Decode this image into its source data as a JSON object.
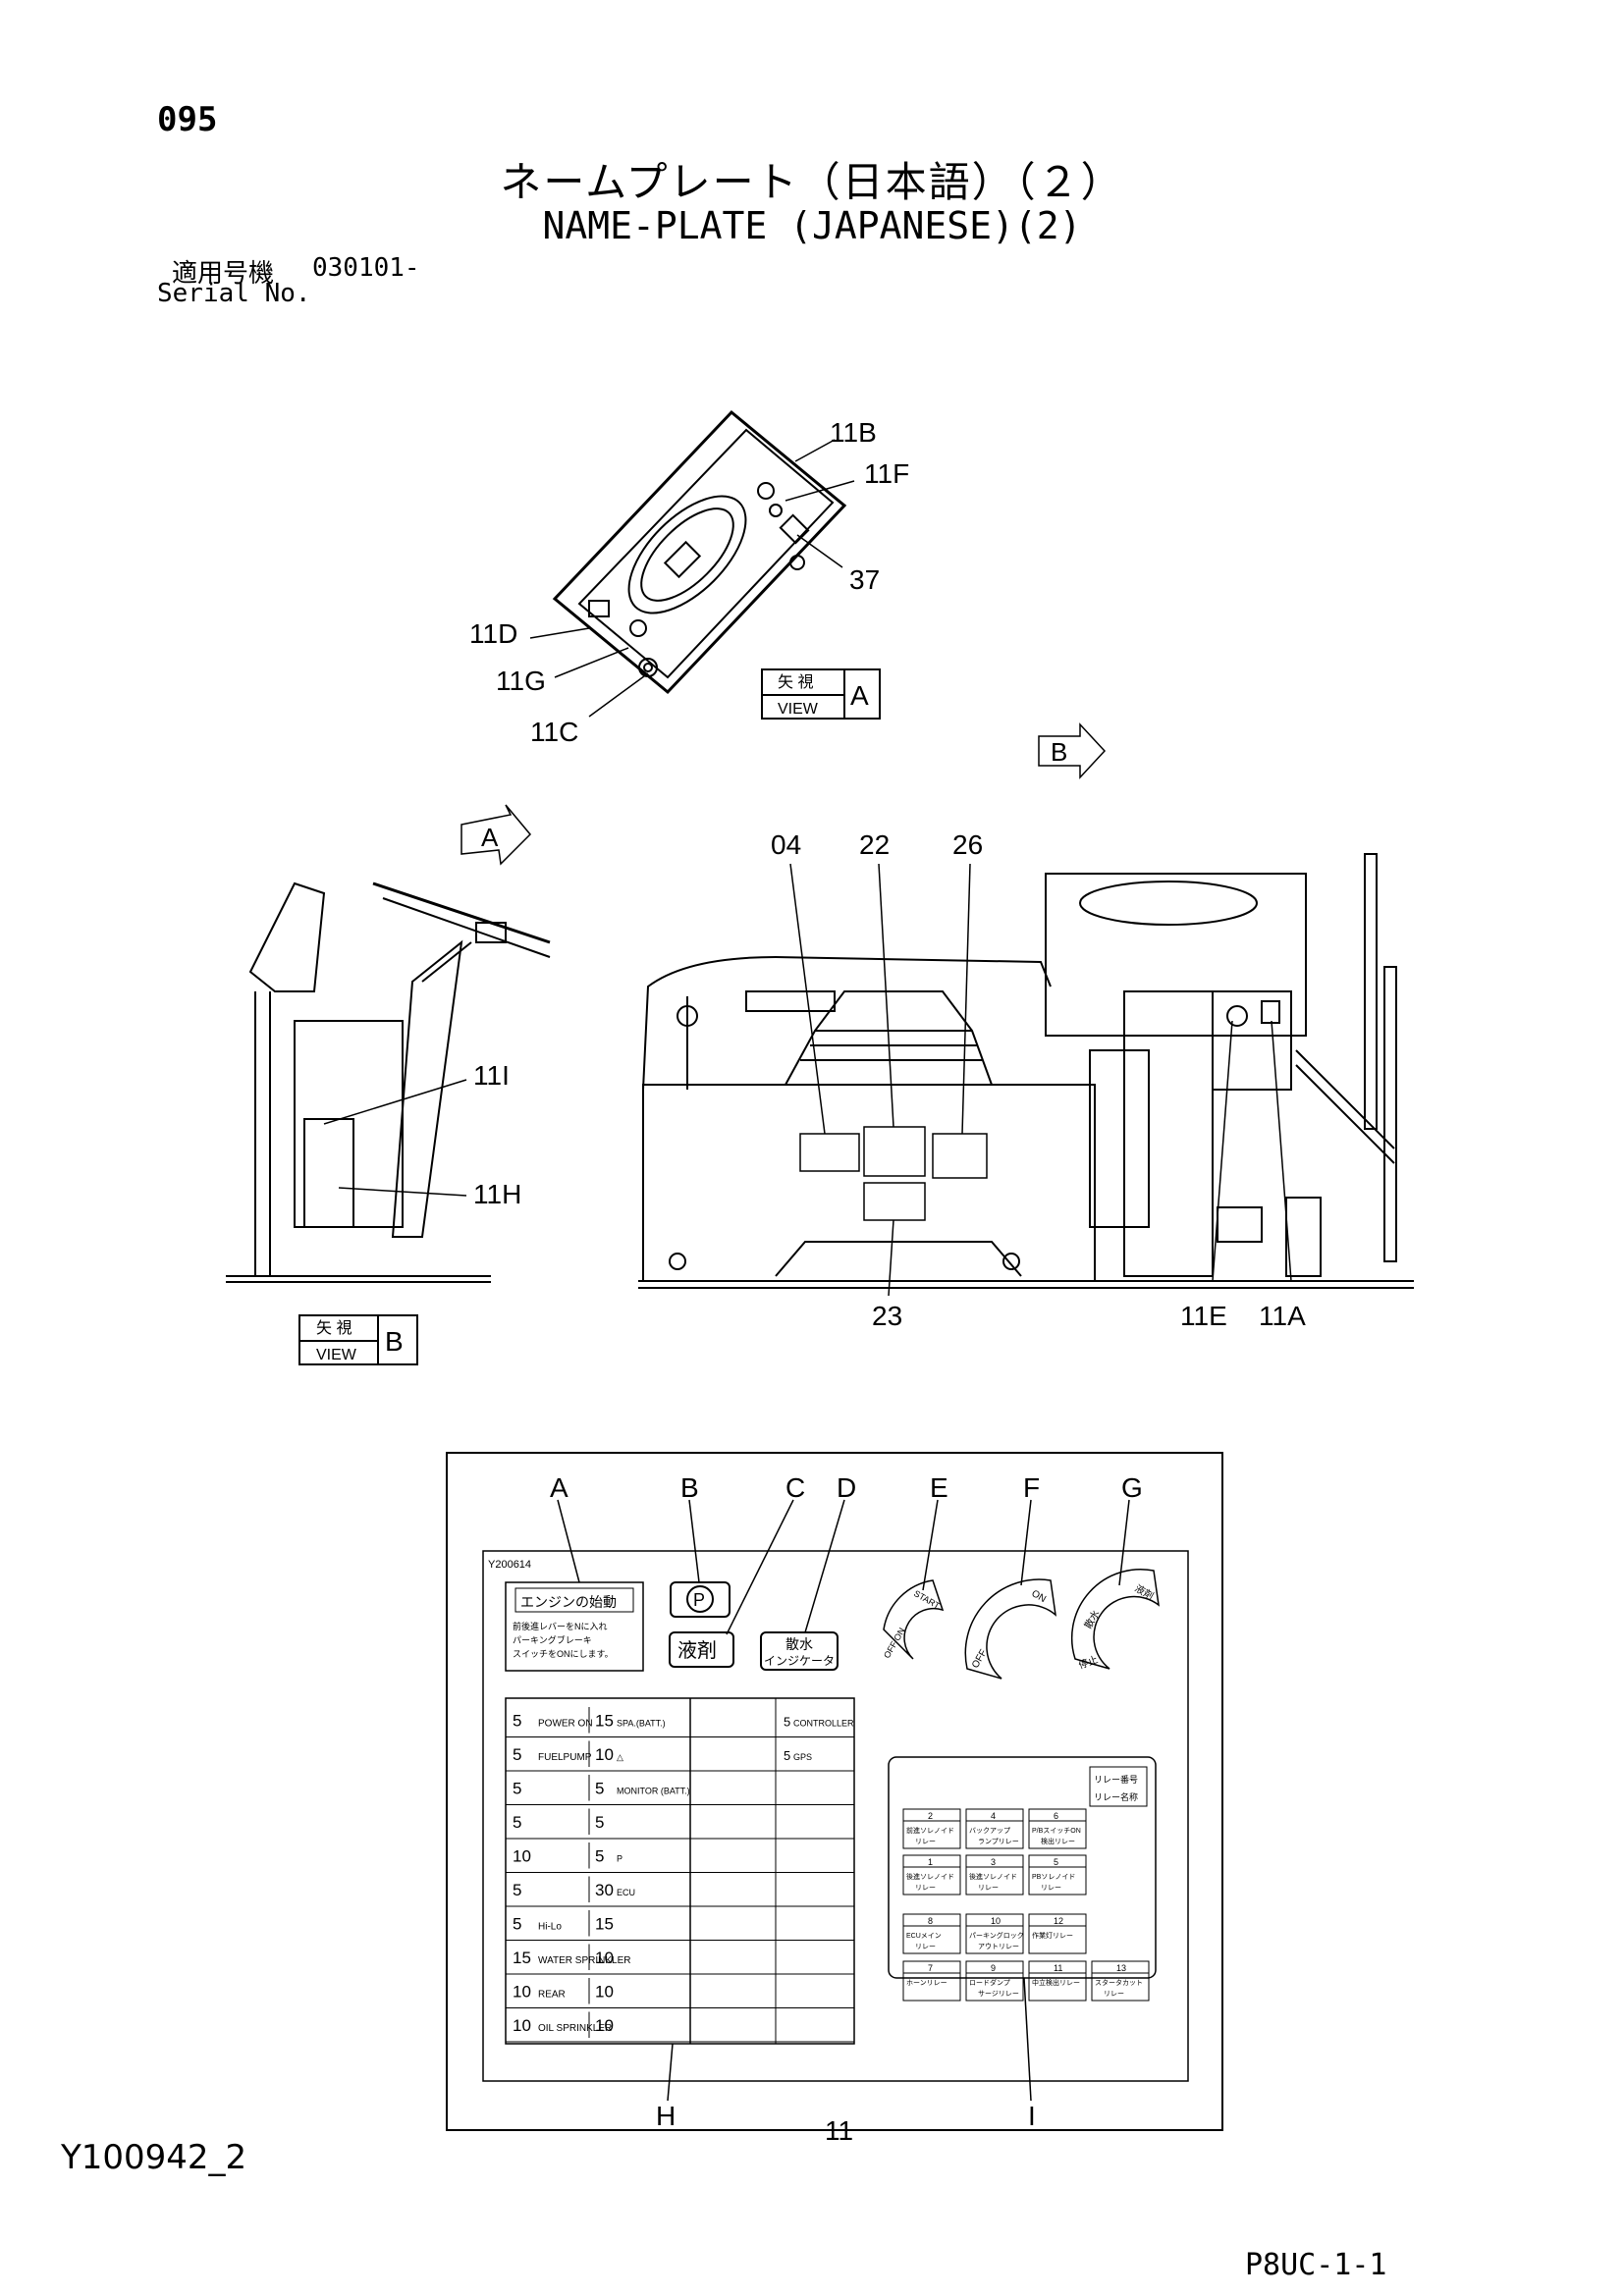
{
  "header": {
    "page_number": "095",
    "title_jp": "ネームプレート（日本語）（２）",
    "title_en": "NAME-PLATE (JAPANESE)(2)",
    "serial_label_jp": "適用号機",
    "serial_value": "030101-",
    "serial_label_en": "Serial No."
  },
  "callouts": {
    "c11B": "11B",
    "c11F": "11F",
    "c37": "37",
    "c11D": "11D",
    "c11G": "11G",
    "c11C": "11C",
    "c04": "04",
    "c22": "22",
    "c26": "26",
    "c23": "23",
    "c11I": "11I",
    "c11H": "11H",
    "c11E": "11E",
    "c11A": "11A",
    "c11": "11"
  },
  "views": {
    "view_a_jp": "矢 視",
    "view_a_en": "VIEW",
    "view_a_letter": "A",
    "view_b_jp": "矢 視",
    "view_b_en": "VIEW",
    "view_b_letter": "B",
    "arrow_a": "A",
    "arrow_b": "B"
  },
  "plate": {
    "letters": {
      "A": "A",
      "B": "B",
      "C": "C",
      "D": "D",
      "E": "E",
      "F": "F",
      "G": "G",
      "H": "H",
      "I": "I"
    },
    "code": "Y200614",
    "engine_start_title": "エンジンの始動",
    "engine_start_line1": "前後進レバーをNに入れ",
    "engine_start_line2": "パーキングブレーキ",
    "engine_start_line3": "スイッチをONにします。",
    "parking_symbol": "P",
    "liquid_agent": "液剤",
    "water_line1": "散水",
    "water_line2": "インジケータ",
    "knob_e_1": "OFF ON",
    "knob_e_2": "START",
    "knob_f_1": "OFF",
    "knob_f_2": "ON",
    "knob_g_1": "散水",
    "knob_g_2": "停止",
    "knob_g_3": "液剤"
  },
  "fuse_table": {
    "rows": [
      [
        "5",
        "POWER ON",
        "15",
        "SPA.(BATT.)",
        "",
        "5",
        "CONTROLLER"
      ],
      [
        "5",
        "FUELPUMP",
        "10",
        "△",
        "",
        "5",
        "GPS"
      ],
      [
        "5",
        "",
        "5",
        "MONITOR (BATT.)",
        "",
        "",
        ""
      ],
      [
        "5",
        "",
        "5",
        "",
        "",
        "",
        ""
      ],
      [
        "10",
        "",
        "5",
        "P",
        "",
        "",
        ""
      ],
      [
        "5",
        "",
        "30",
        "ECU",
        "",
        "",
        ""
      ],
      [
        "5",
        "Hi-Lo",
        "15",
        "",
        "",
        "",
        ""
      ],
      [
        "15",
        "WATER SPRINKLER",
        "10",
        "",
        "",
        "",
        ""
      ],
      [
        "10",
        "REAR",
        "10",
        "",
        "",
        "",
        ""
      ],
      [
        "10",
        "OIL SPRINKLER",
        "10",
        "",
        "",
        "",
        ""
      ]
    ]
  },
  "relay_panel": {
    "legend_1": "リレー番号",
    "legend_2": "リレー名称",
    "cells": [
      {
        "num": "2",
        "l1": "前進ソレノイド",
        "l2": "リレー"
      },
      {
        "num": "4",
        "l1": "バックアップ",
        "l2": "ランプリレー"
      },
      {
        "num": "6",
        "l1": "P/BスイッチON",
        "l2": "検出リレー"
      },
      {
        "num": "1",
        "l1": "後進ソレノイド",
        "l2": "リレー"
      },
      {
        "num": "3",
        "l1": "後進ソレノイド",
        "l2": "リレー"
      },
      {
        "num": "5",
        "l1": "PBソレノイド",
        "l2": "リレー"
      },
      {
        "num": "8",
        "l1": "ECUメイン",
        "l2": "リレー"
      },
      {
        "num": "10",
        "l1": "パーキングロック",
        "l2": "アウトリレー"
      },
      {
        "num": "12",
        "l1": "作業灯リレー",
        "l2": ""
      },
      {
        "num": "7",
        "l1": "ホーンリレー",
        "l2": ""
      },
      {
        "num": "9",
        "l1": "ロードダンプ",
        "l2": "サージリレー"
      },
      {
        "num": "11",
        "l1": "中立検出リレー",
        "l2": ""
      },
      {
        "num": "13",
        "l1": "スタータカット",
        "l2": "リレー"
      }
    ]
  },
  "footer": {
    "drawing_number": "Y100942_2",
    "sheet_code": "P8UC-1-1"
  }
}
